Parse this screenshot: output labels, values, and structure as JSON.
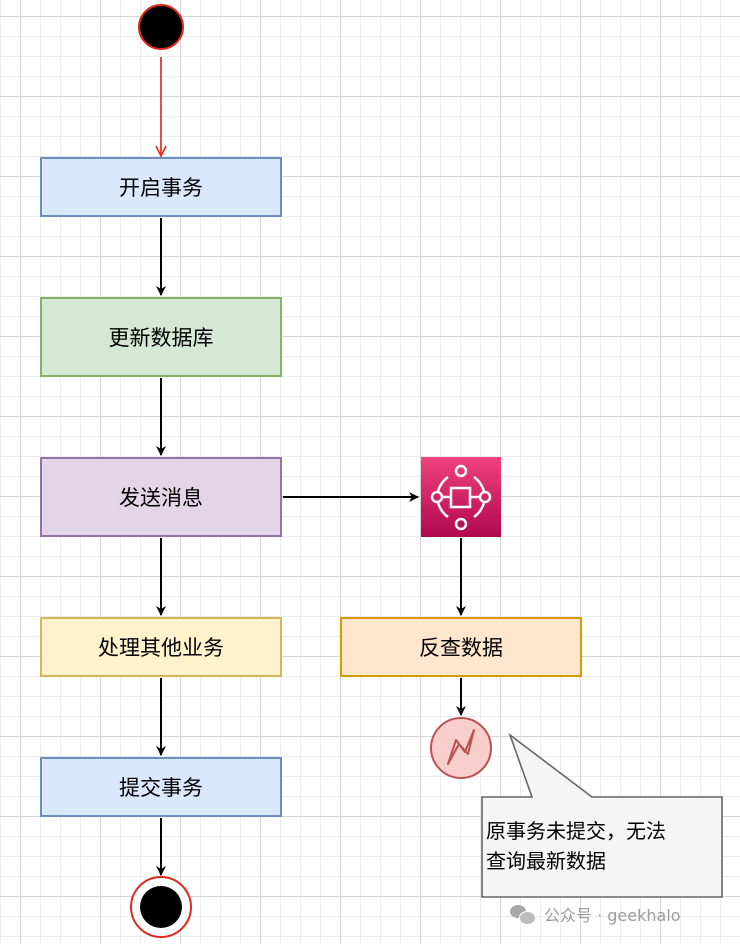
{
  "nodes": {
    "start_transaction": "开启事务",
    "update_database": "更新数据库",
    "send_message": "发送消息",
    "process_other": "处理其他业务",
    "commit_transaction": "提交事务",
    "query_back": "反查数据"
  },
  "callout": {
    "line1": "原事务未提交，无法",
    "line2": "查询最新数据"
  },
  "watermark": "公众号 · geekhalo",
  "colors": {
    "initial_arrow": "#e0281e",
    "queue_icon": "#cc2264",
    "error_fill": "#f8cecc",
    "error_stroke": "#b85450"
  },
  "icons": [
    "message-queue-icon",
    "error-event-icon",
    "wechat-icon"
  ]
}
